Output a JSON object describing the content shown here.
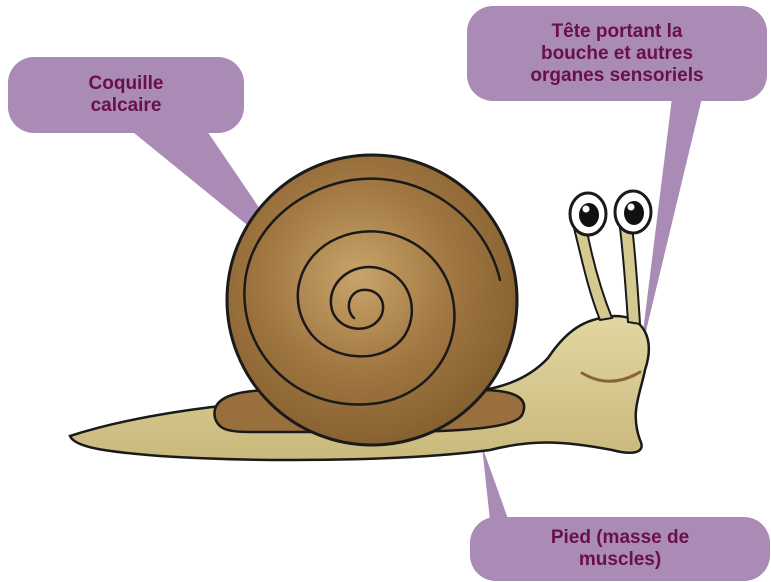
{
  "labels": {
    "shell": "Coquille\ncalcaire",
    "head": "Tête portant la\nbouche et autres\norganes sensoriels",
    "foot": "Pied (masse de\nmuscles)"
  },
  "colors": {
    "callout_bg": "#a98bb5",
    "callout_text": "#6a0f4a",
    "shell": "#9a6f3e",
    "body": "#d6c98f",
    "outline": "#1a1a1a"
  }
}
